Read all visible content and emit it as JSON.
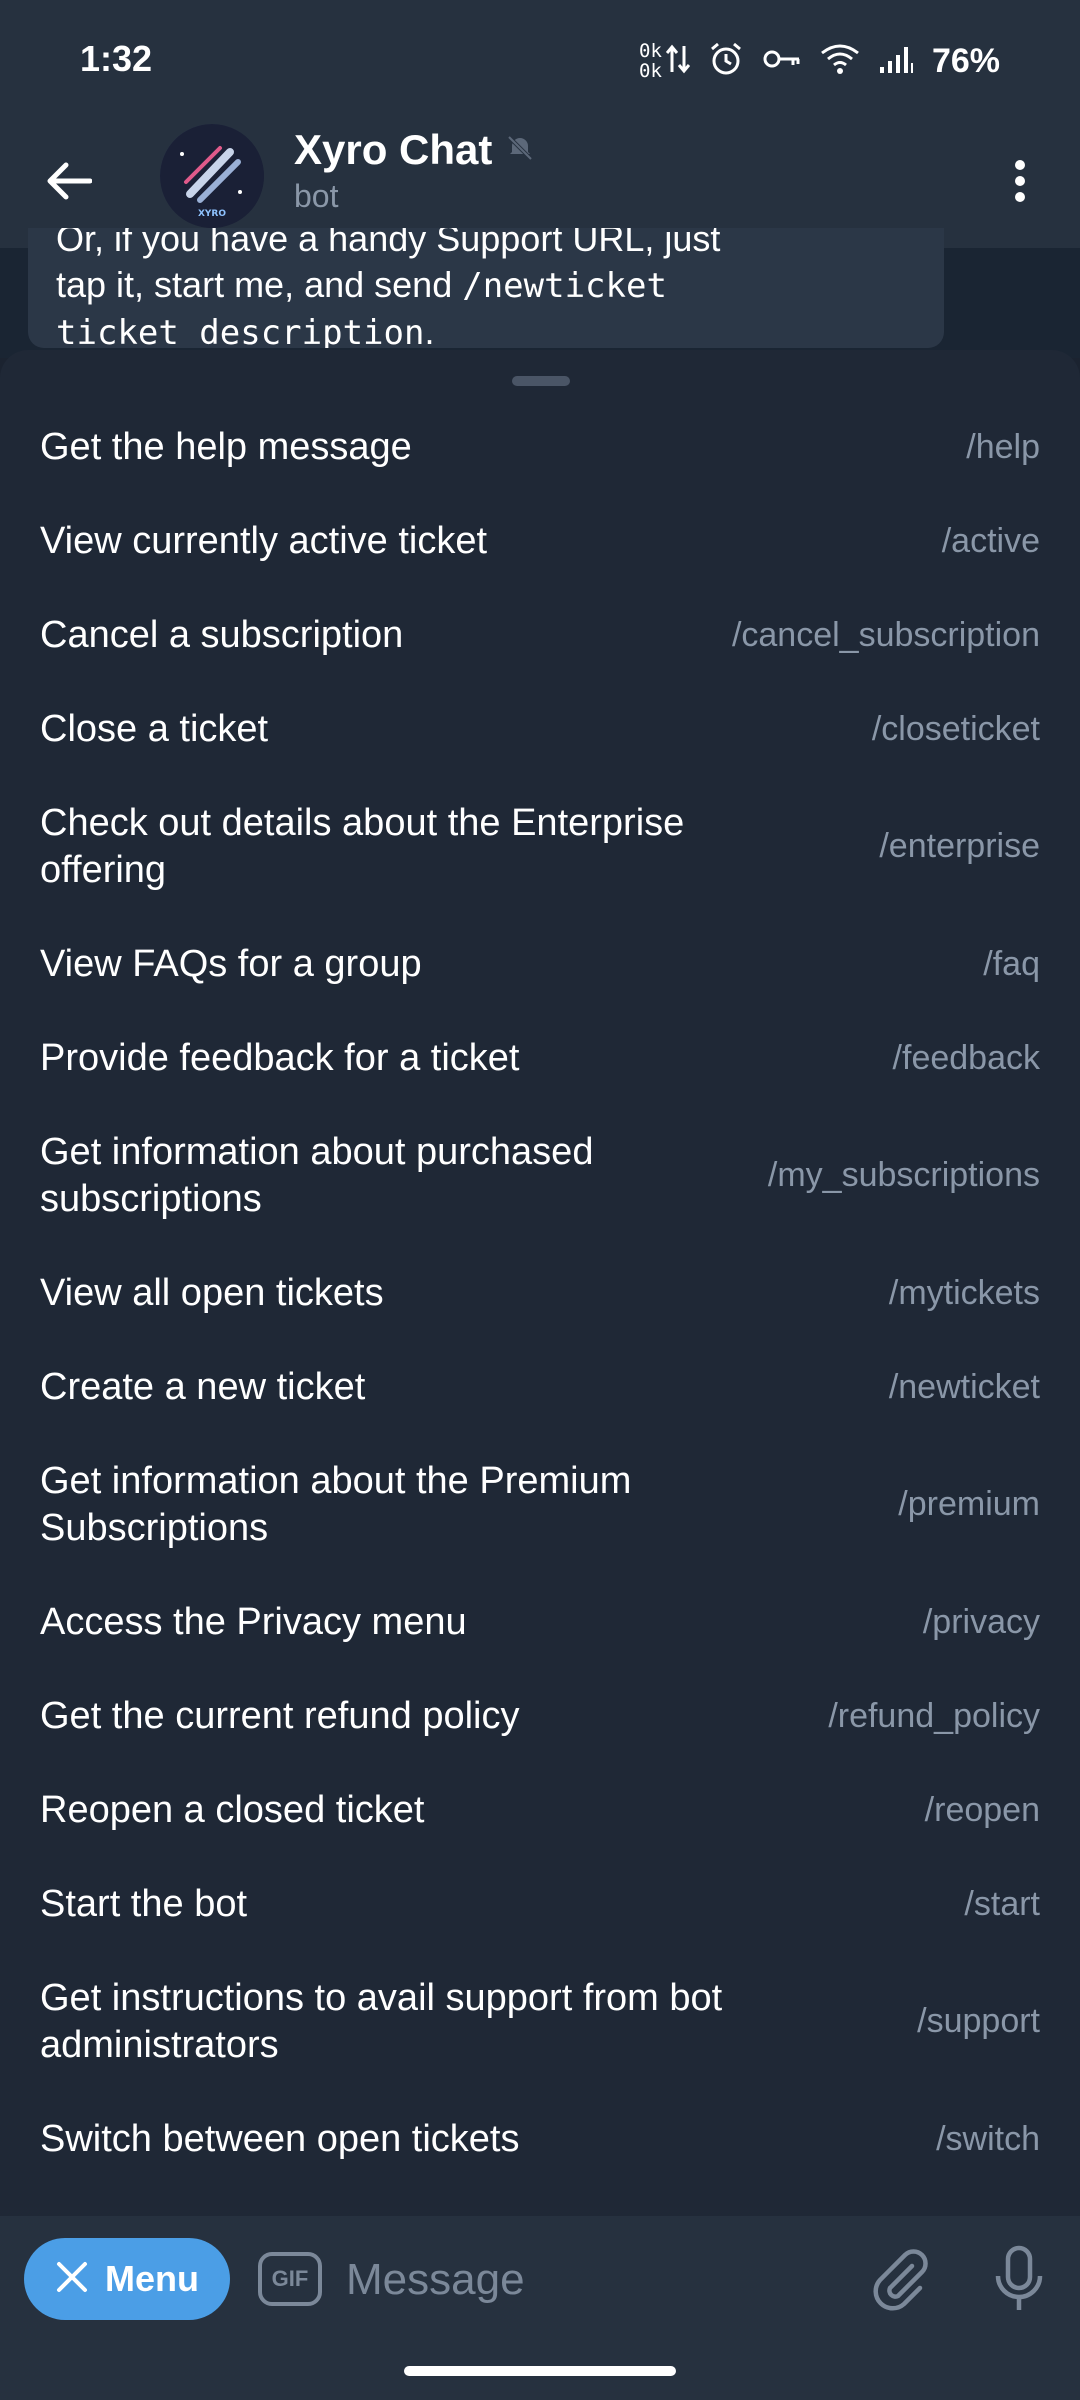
{
  "status_bar": {
    "time": "1:32",
    "net_up": "0k",
    "net_down": "0k",
    "battery": "76%",
    "icons": [
      "data-transfer-icon",
      "alarm-icon",
      "vpn-key-icon",
      "wifi-icon",
      "cell-signal-icon"
    ]
  },
  "header": {
    "title": "Xyro Chat",
    "subtitle": "bot",
    "avatar_text": "XYRO",
    "icons": [
      "back-arrow-icon",
      "muted-icon",
      "more-vertical-icon"
    ]
  },
  "message": {
    "line1": "Or, if you have a handy Support URL, just",
    "line2_prefix": "tap it, start me, and send ",
    "line2_code": "/newticket",
    "line3_code": "ticket_description",
    "line3_suffix": "."
  },
  "commands": [
    {
      "description": "Get the help message",
      "command": "/help"
    },
    {
      "description": "View currently active ticket",
      "command": "/active"
    },
    {
      "description": "Cancel a subscription",
      "command": "/cancel_subscription"
    },
    {
      "description": "Close a ticket",
      "command": "/closeticket"
    },
    {
      "description": "Check out details about the Enterprise offering",
      "command": "/enterprise"
    },
    {
      "description": "View FAQs for a group",
      "command": "/faq"
    },
    {
      "description": "Provide feedback for a ticket",
      "command": "/feedback"
    },
    {
      "description": "Get information about purchased subscriptions",
      "command": "/my_subscriptions"
    },
    {
      "description": "View all open tickets",
      "command": "/mytickets"
    },
    {
      "description": "Create a new ticket",
      "command": "/newticket"
    },
    {
      "description": "Get information about the Premium Subscriptions",
      "command": "/premium"
    },
    {
      "description": "Access the Privacy menu",
      "command": "/privacy"
    },
    {
      "description": "Get the current refund policy",
      "command": "/refund_policy"
    },
    {
      "description": "Reopen a closed ticket",
      "command": "/reopen"
    },
    {
      "description": "Start the bot",
      "command": "/start"
    },
    {
      "description": "Get instructions to avail support from bot administrators",
      "command": "/support"
    },
    {
      "description": "Switch between open tickets",
      "command": "/switch"
    }
  ],
  "input_bar": {
    "menu_label": "Menu",
    "gif_label": "GIF",
    "placeholder": "Message",
    "icons": [
      "close-icon",
      "attach-icon",
      "microphone-icon"
    ]
  },
  "colors": {
    "accent": "#4b9ee6",
    "background": "#1f2836",
    "header": "#26313f",
    "secondary_text": "#8a97a8"
  }
}
